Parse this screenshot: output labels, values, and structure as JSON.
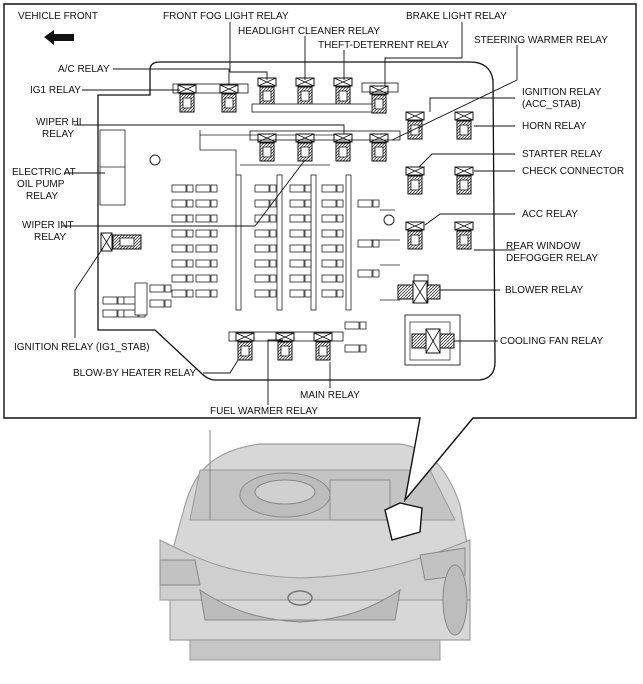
{
  "direction": {
    "label": "VEHICLE FRONT",
    "icon": "arrow-left-icon"
  },
  "labels": {
    "front_fog_light_relay": "FRONT FOG LIGHT RELAY",
    "headlight_cleaner_relay": "HEADLIGHT CLEANER RELAY",
    "brake_light_relay": "BRAKE LIGHT RELAY",
    "theft_deterrent_relay": "THEFT-DETERRENT RELAY",
    "steering_warmer_relay": "STEERING WARMER RELAY",
    "ac_relay": "A/C RELAY",
    "ig1_relay": "IG1 RELAY",
    "ignition_relay_acc_stab_1": "IGNITION RELAY",
    "ignition_relay_acc_stab_2": "(ACC_STAB)",
    "wiper_hi_relay_1": "WIPER HI",
    "wiper_hi_relay_2": "RELAY",
    "horn_relay": "HORN RELAY",
    "starter_relay": "STARTER RELAY",
    "check_connector": "CHECK CONNECTOR",
    "electric_at_1": "ELECTRIC AT",
    "electric_at_2": "OIL PUMP",
    "electric_at_3": "RELAY",
    "acc_relay": "ACC RELAY",
    "wiper_int_relay_1": "WIPER INT",
    "wiper_int_relay_2": "RELAY",
    "rear_window_defogger_1": "REAR WINDOW",
    "rear_window_defogger_2": "DEFOGGER RELAY",
    "blower_relay": "BLOWER RELAY",
    "ignition_relay_ig1_stab": "IGNITION RELAY (IG1_STAB)",
    "cooling_fan_relay": "COOLING FAN RELAY",
    "blow_by_heater_relay": "BLOW-BY HEATER RELAY",
    "main_relay": "MAIN RELAY",
    "fuel_warmer_relay": "FUEL WARMER RELAY"
  },
  "colors": {
    "line": "#1a1a1a",
    "box_fill": "#ffffff",
    "car_fill": "#d2d2d2",
    "car_stroke": "#9a9a9a"
  }
}
